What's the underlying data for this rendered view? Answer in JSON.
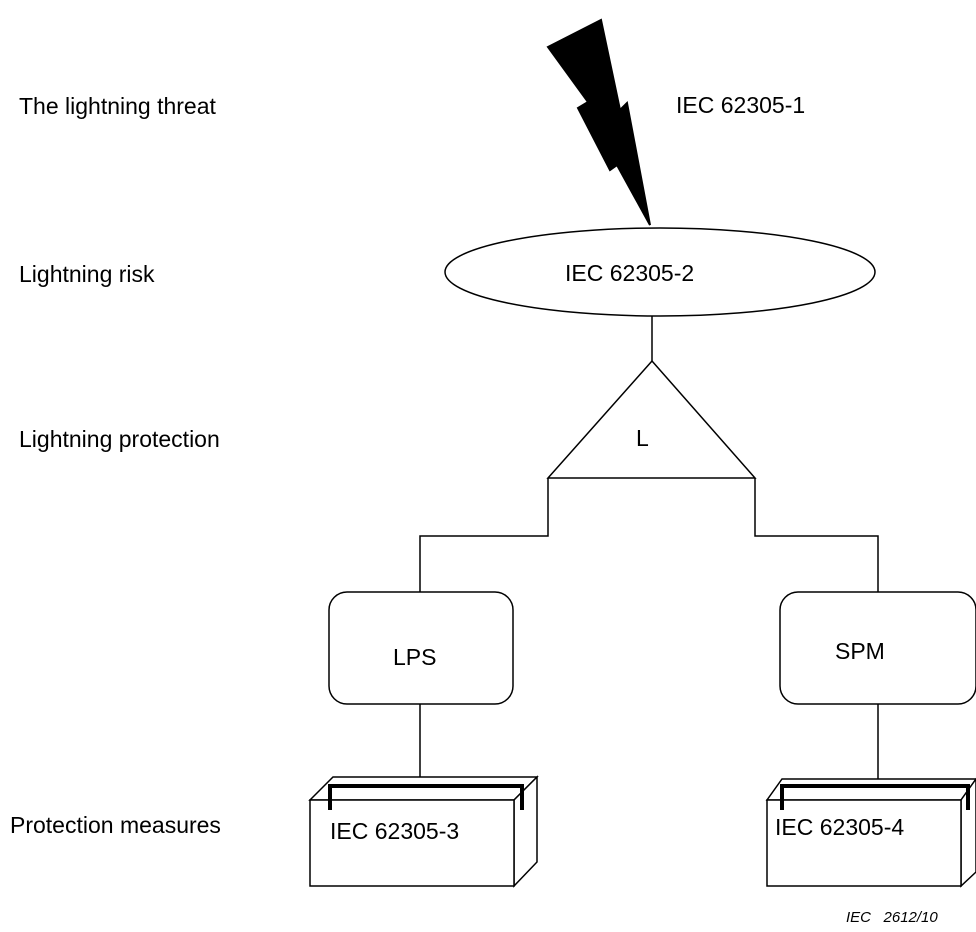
{
  "row_labels": {
    "threat": "The lightning threat",
    "risk": "Lightning risk",
    "protection": "Lightning protection",
    "measures": "Protection measures"
  },
  "nodes": {
    "standard_threat": "IEC 62305-1",
    "risk_ellipse": "IEC 62305-2",
    "protection_triangle": "L",
    "lps_box": "LPS",
    "spm_box": "SPM",
    "measures_left": "IEC 62305-3",
    "measures_right": "IEC 62305-4"
  },
  "figure_id": "IEC   2612/10"
}
